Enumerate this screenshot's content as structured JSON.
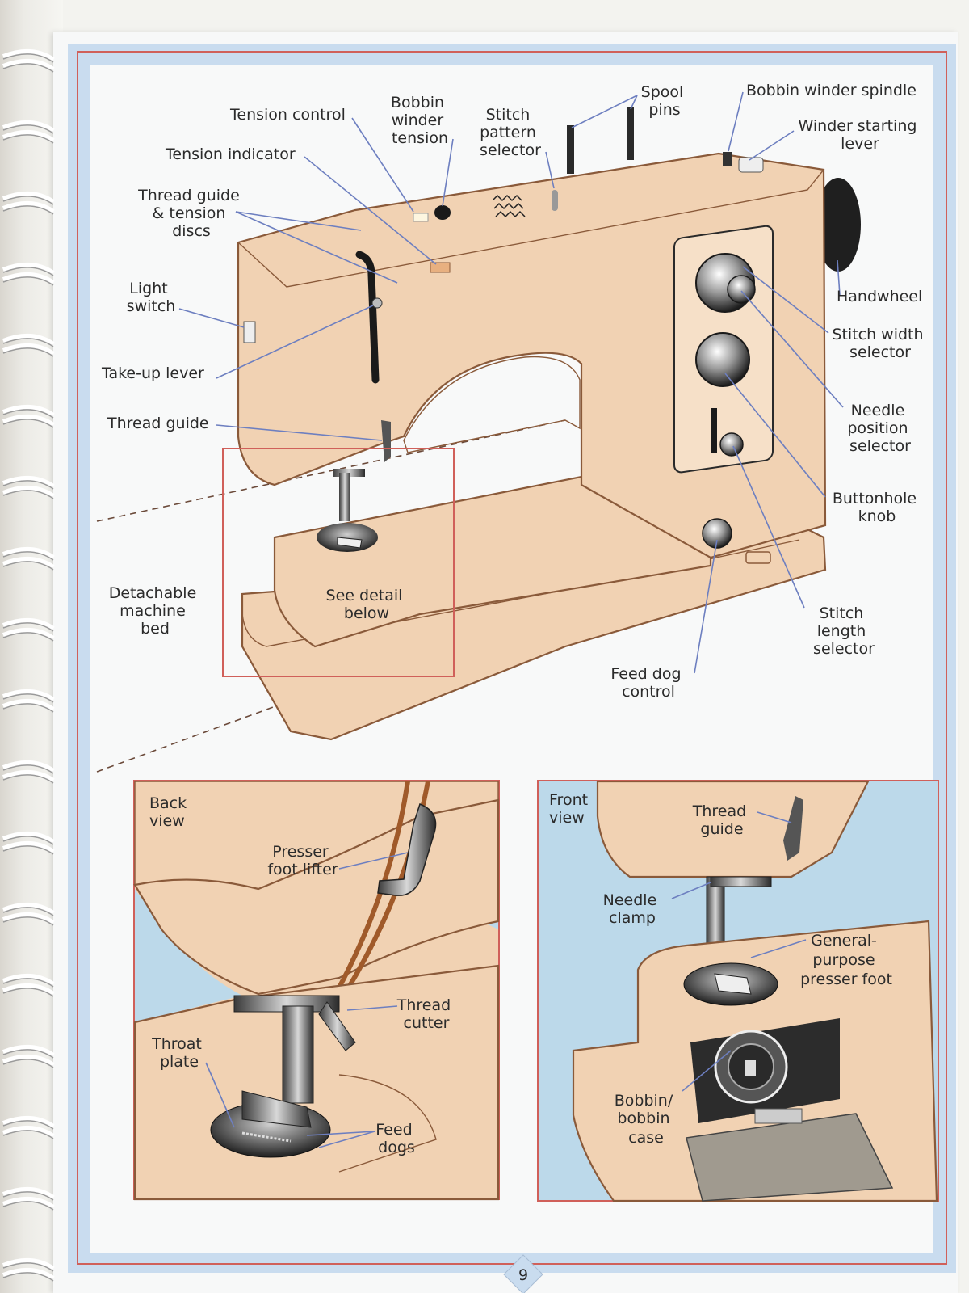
{
  "labels": {
    "tension_control": "Tension control",
    "tension_indicator": "Tension indicator",
    "bobbin_winder_tension": [
      "Bobbin",
      "winder",
      "tension"
    ],
    "stitch_pattern_selector": [
      "Stitch",
      "pattern",
      "selector"
    ],
    "spool_pins": [
      "Spool",
      "pins"
    ],
    "bobbin_winder_spindle": "Bobbin winder spindle",
    "winder_starting_lever": [
      "Winder starting",
      "lever"
    ],
    "thread_guide_tension_discs": [
      "Thread guide",
      "& tension",
      "discs"
    ],
    "light_switch": [
      "Light",
      "switch"
    ],
    "take_up_lever": "Take-up lever",
    "thread_guide": "Thread guide",
    "handwheel": "Handwheel",
    "stitch_width_selector": [
      "Stitch width",
      "selector"
    ],
    "needle_position_selector": [
      "Needle",
      "position",
      "selector"
    ],
    "buttonhole_knob": [
      "Buttonhole",
      "knob"
    ],
    "stitch_length_selector": [
      "Stitch",
      "length",
      "selector"
    ],
    "feed_dog_control": [
      "Feed dog",
      "control"
    ],
    "detachable_machine_bed": [
      "Detachable",
      "machine",
      "bed"
    ],
    "see_detail_below": [
      "See detail",
      "below"
    ]
  },
  "back_view": {
    "title": [
      "Back",
      "view"
    ],
    "presser_foot_lifter": [
      "Presser",
      "foot lifter"
    ],
    "thread_cutter": [
      "Thread",
      "cutter"
    ],
    "throat_plate": [
      "Throat",
      "plate"
    ],
    "feed_dogs": [
      "Feed",
      "dogs"
    ]
  },
  "front_view": {
    "title": [
      "Front",
      "view"
    ],
    "thread_guide": [
      "Thread",
      "guide"
    ],
    "needle_clamp": [
      "Needle",
      "clamp"
    ],
    "general_purpose_presser_foot": [
      "General-",
      "purpose",
      "presser foot"
    ],
    "bobbin_case": [
      "Bobbin/",
      "bobbin",
      "case"
    ]
  },
  "page_number": "9",
  "colors": {
    "frame_blue": "#c9dcef",
    "frame_red": "#d0605a",
    "machine_body": "#f1d2b3",
    "outline": "#8a5a3a",
    "leader": "#6d7fc0",
    "sky_blue": "#bcd9ea"
  }
}
